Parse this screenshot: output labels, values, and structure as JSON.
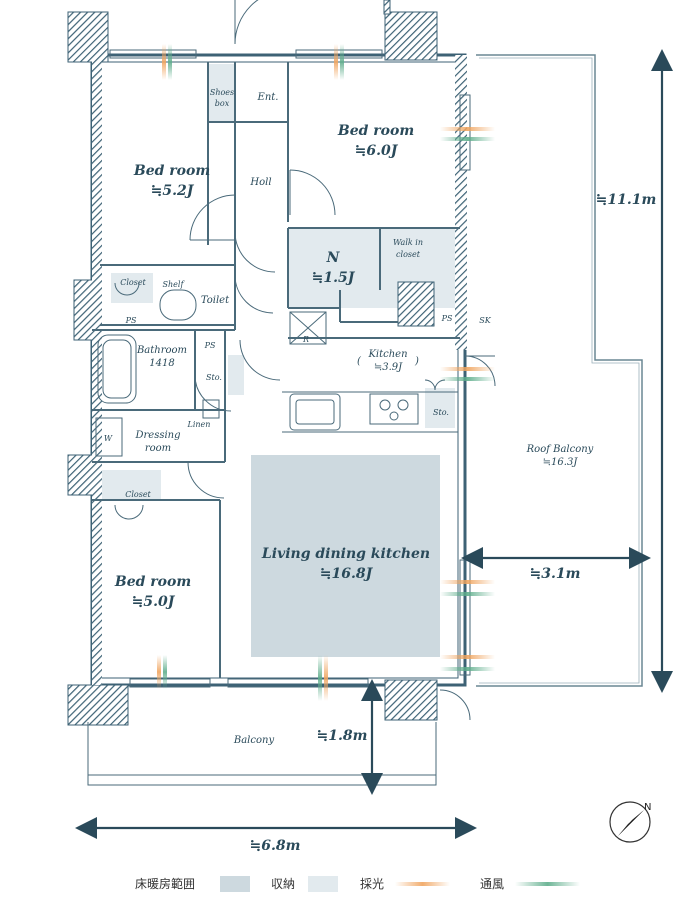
{
  "rooms": {
    "bed1": {
      "name": "Bed room",
      "size": "≒5.2J"
    },
    "bed2": {
      "name": "Bed room",
      "size": "≒6.0J"
    },
    "bed3": {
      "name": "Bed room",
      "size": "≒5.0J"
    },
    "n_room": {
      "name": "N",
      "size": "≒1.5J"
    },
    "kitchen": {
      "name": "Kitchen",
      "size": "≒3.9J"
    },
    "ldk": {
      "name": "Living dining kitchen",
      "size": "≒16.8J"
    },
    "bathroom": {
      "name": "Bathroom",
      "code": "1418"
    },
    "dressing": {
      "line1": "Dressing",
      "line2": "room"
    },
    "roof_balcony": {
      "name": "Roof Balcony",
      "size": "≒16.3J"
    },
    "balcony": {
      "name": "Balcony"
    }
  },
  "labels": {
    "shoes_box_1": "Shoes",
    "shoes_box_2": "box",
    "entrance": "Ent.",
    "hall": "Holl",
    "walkin_1": "Walk in",
    "walkin_2": "closet",
    "closet_top": "Closet",
    "closet_bottom": "Closet",
    "shelf": "Shelf",
    "toilet": "Toilet",
    "ps_left": "PS",
    "ps_bath": "PS",
    "ps_right": "PS",
    "sk": "SK",
    "sto_left": "Sto.",
    "sto_right": "Sto.",
    "linen": "Linen",
    "w": "W",
    "r": "R"
  },
  "dimensions": {
    "height_right": "≒11.1m",
    "roof_width": "≒3.1m",
    "balcony_depth": "≒1.8m",
    "total_width": "≒6.8m"
  },
  "legend": {
    "floor_heating": "床暖房範囲",
    "storage": "収納",
    "daylight": "採光",
    "ventilation": "通風"
  },
  "colors": {
    "wall": "#3d6275",
    "line": "#4a6a7a",
    "floor_heating": "#cdd9df",
    "storage": "#e2eaee",
    "daylight": "#f0a560",
    "ventilation": "#5fae8c"
  }
}
